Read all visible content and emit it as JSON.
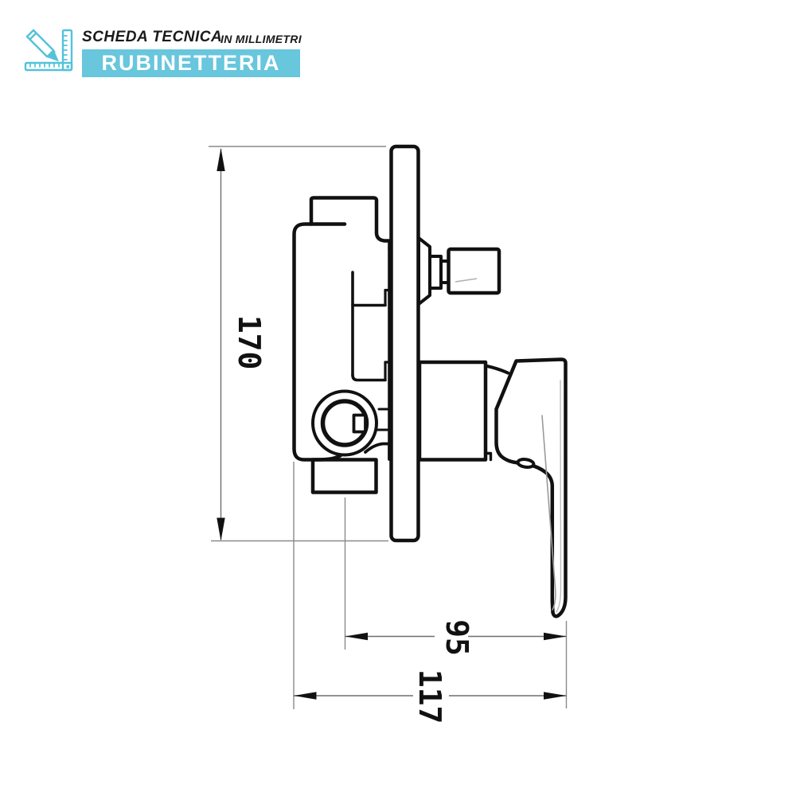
{
  "header": {
    "title": "SCHEDA TECNICA",
    "subtitle": "IN MILLIMETRI",
    "brand": "RUBINETTERIA",
    "icon": "pencil-ruler-icon"
  },
  "drawing": {
    "dimensions": {
      "height": "170",
      "handle_depth": "95",
      "total_depth": "117"
    }
  },
  "colors": {
    "accent_banner": "#68c6dd",
    "icon_stroke": "#54c2da",
    "drawing_line": "#111111",
    "dimension_line": "#777777",
    "header_text": "#1a1a1a",
    "banner_text": "#ffffff"
  }
}
